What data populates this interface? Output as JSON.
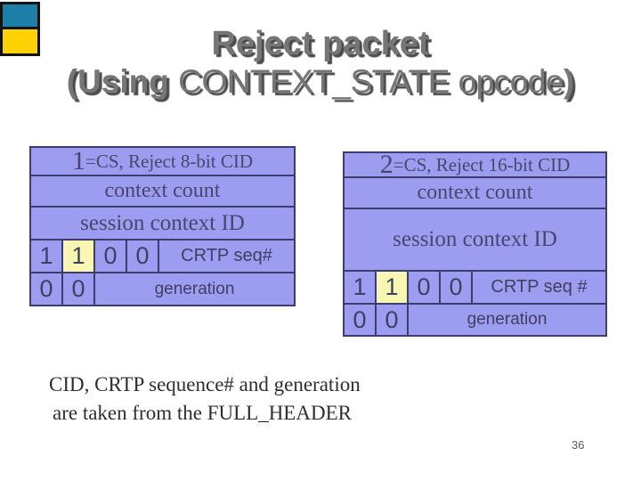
{
  "slide": {
    "title_line1": "Reject packet",
    "title_line2_prefix": "(Using ",
    "title_line2_main": "CONTEXT_STATE opcode",
    "title_line2_suffix": ")",
    "page_number": "36"
  },
  "colors": {
    "table_background": "#9c9cf0",
    "table_border": "#3c3c6e",
    "table_text": "#46466e",
    "highlight_cell": "#f7f7b3",
    "logo_teal": "#1b7fa8",
    "logo_yellow": "#ffd203",
    "title_gray": "#767676",
    "title_shadow": "#4b4b4b"
  },
  "left_table": {
    "header_num": "1",
    "header_rest": "=CS, Reject 8-bit CID",
    "row_context_count": "context count",
    "row_session_context_id": "session context ID",
    "bits_row1": [
      "1",
      "1",
      "0",
      "0"
    ],
    "bits_row1_label": "CRTP seq#",
    "bits_row2": [
      "0",
      "0"
    ],
    "bits_row2_label": "generation"
  },
  "right_table": {
    "header_num": "2",
    "header_rest": "=CS, Reject 16-bit CID",
    "row_context_count": "context count",
    "row_session_context_id": "session context ID",
    "bits_row1": [
      "1",
      "1",
      "0",
      "0"
    ],
    "bits_row1_label": "CRTP seq #",
    "bits_row2": [
      "0",
      "0"
    ],
    "bits_row2_label": "generation"
  },
  "footer": {
    "line1": "CID, CRTP sequence# and generation",
    "line2": "are taken from the FULL_HEADER"
  }
}
